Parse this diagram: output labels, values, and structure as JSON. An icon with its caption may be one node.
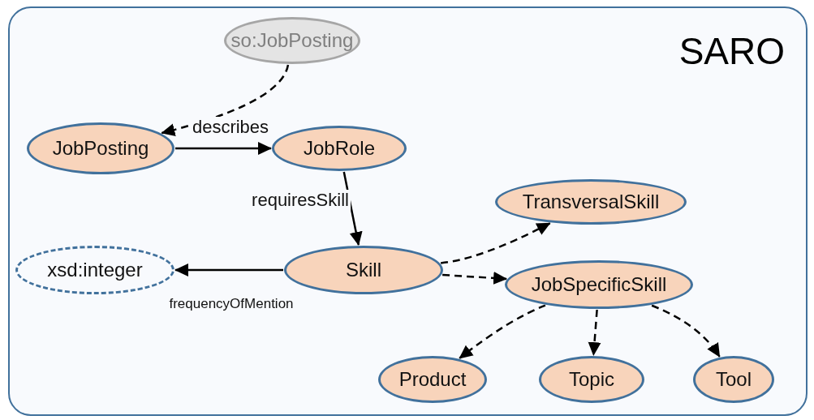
{
  "diagram": {
    "nodes": [
      {
        "text": [
          "SARO"
        ]
      },
      {
        "text": [
          "so:JobPosting"
        ],
        "in": 0
      },
      {
        "text": [
          "JobPosting"
        ],
        "in": 0
      },
      {
        "text": [
          "JobRole"
        ],
        "in": 0
      },
      {
        "text": [
          "Skill"
        ],
        "in": 0
      },
      {
        "text": [
          "xsd:integer"
        ],
        "in": 0
      },
      {
        "text": [
          "TransversalSkill"
        ],
        "in": 0
      },
      {
        "text": [
          "JobSpecificSkill"
        ],
        "in": 0
      },
      {
        "text": [
          "Product"
        ],
        "in": 0
      },
      {
        "text": [
          "Topic"
        ],
        "in": 0
      },
      {
        "text": [
          "Tool"
        ],
        "in": 0
      }
    ],
    "edges": [
      {
        "from": 1,
        "to": 2,
        "arrow": "to",
        "style": "dashed"
      },
      {
        "from": 2,
        "to": 3,
        "arrow": "to",
        "label": "describes"
      },
      {
        "from": 3,
        "to": 4,
        "arrow": "to",
        "label": "requiresSkill"
      },
      {
        "from": 4,
        "to": 5,
        "arrow": "to",
        "label": "frequencyOfMention"
      },
      {
        "from": 4,
        "to": 6,
        "arrow": "to",
        "style": "dashed"
      },
      {
        "from": 4,
        "to": 7,
        "arrow": "to",
        "style": "dashed"
      },
      {
        "from": 7,
        "to": 8,
        "arrow": "to",
        "style": "dashed"
      },
      {
        "from": 7,
        "to": 9,
        "arrow": "to",
        "style": "dashed"
      },
      {
        "from": 7,
        "to": 10,
        "arrow": "to",
        "style": "dashed"
      }
    ]
  }
}
